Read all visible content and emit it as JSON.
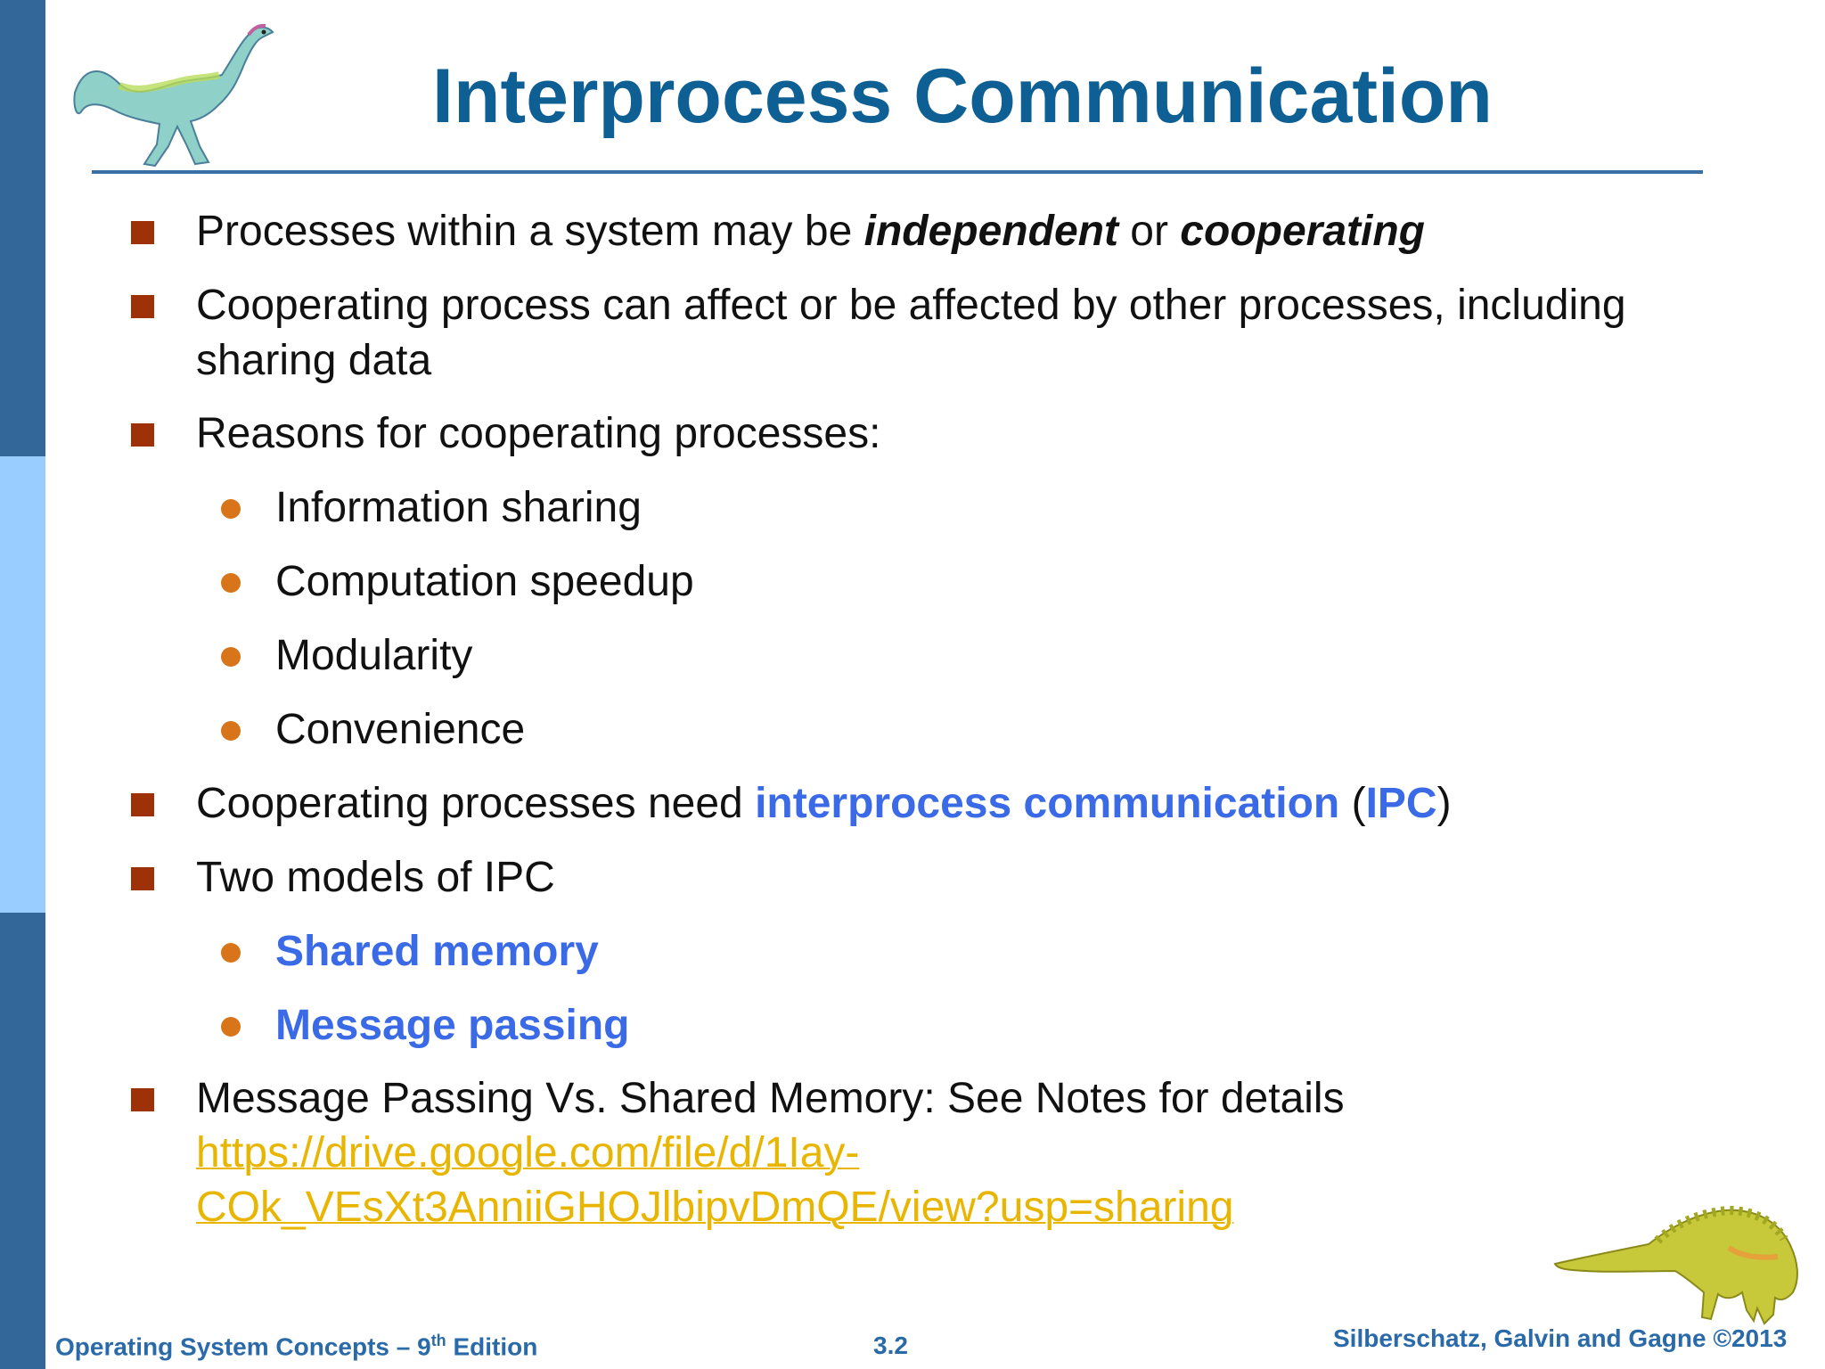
{
  "slide": {
    "title": "Interprocess Communication",
    "bullets": [
      {
        "pre": "Processes within a system may be ",
        "em1": "independent",
        "mid": " or ",
        "em2": "cooperating"
      },
      {
        "line1": "Cooperating process can affect or be affected by other processes, including",
        "line2": "sharing data"
      },
      {
        "text": "Reasons for cooperating processes:",
        "subs": [
          "Information sharing",
          "Computation speedup",
          "Modularity",
          "Convenience"
        ]
      },
      {
        "pre": "Cooperating processes need ",
        "hl": "interprocess communication",
        "mid": " (",
        "hl2": "IPC",
        "post": ")"
      },
      {
        "text": "Two models of IPC",
        "subs": [
          "Shared memory",
          "Message passing"
        ]
      },
      {
        "text": "Message Passing Vs. Shared Memory: See Notes for details",
        "link_line1": "https://drive.google.com/file/d/1Iay-",
        "link_line2": "COk_VEsXt3AnniiGHOJlbipvDmQE/view?usp=sharing"
      }
    ]
  },
  "footer": {
    "left_main": "Operating System Concepts – 9",
    "left_sup": "th",
    "left_end": " Edition",
    "center": "3.2",
    "right": "Silberschatz, Galvin and Gagne ©2013"
  },
  "colors": {
    "title": "#0e5f93",
    "square_bullet": "#9e3108",
    "round_bullet": "#d8741a",
    "highlight": "#3a6ae6",
    "link": "#e8b500"
  },
  "icons": [
    "dinosaur-top-left",
    "dinosaur-bottom-right"
  ]
}
